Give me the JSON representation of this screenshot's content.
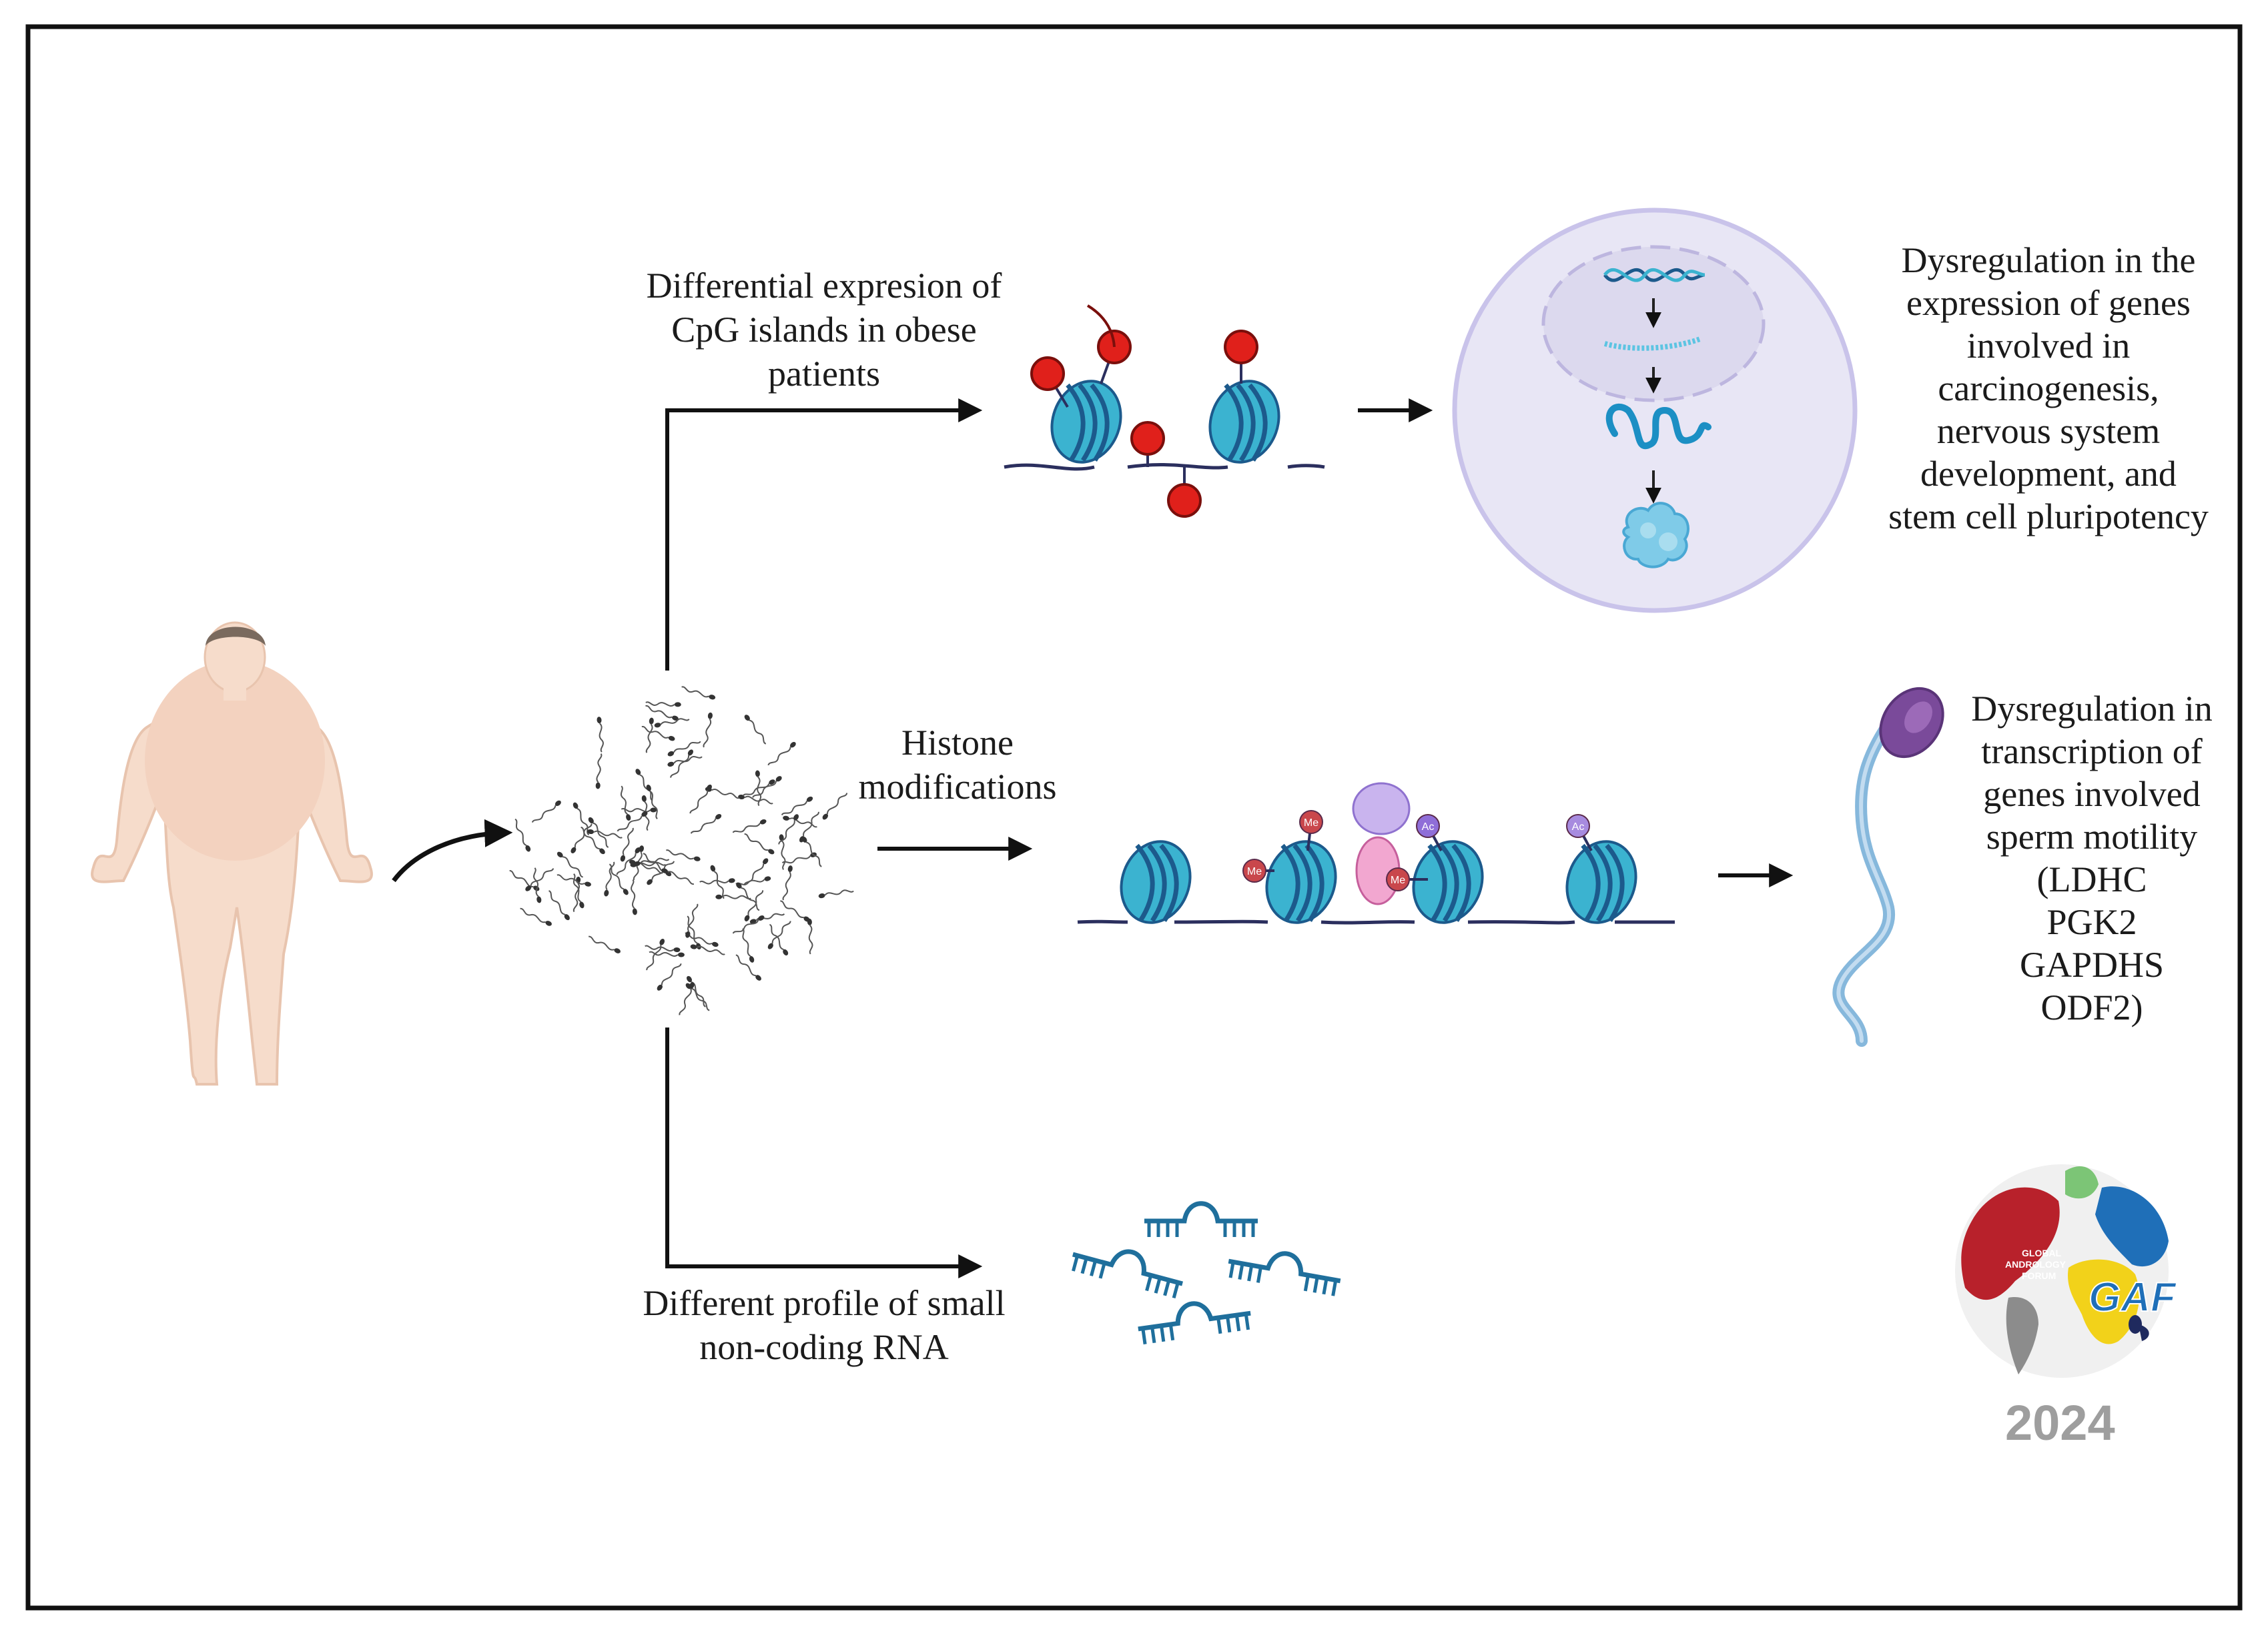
{
  "labels": {
    "cpg": "Differential expresion of\nCpG islands in obese\npatients",
    "histone": "Histone\nmodifications",
    "rna": "Different profile of small\nnon-coding RNA",
    "outcome_top": "Dysregulation in the\nexpression of genes\ninvolved in\ncarcinogenesis,\nnervous system\ndevelopment, and\nstem cell pluripotency",
    "outcome_mid": "Dysregulation in\ntranscription of\ngenes involved\nsperm motility\n(LDHC\nPGK2\nGAPDHS\nODF2)"
  },
  "marks": {
    "methyl": "Me",
    "acetyl": "Ac"
  },
  "logo": {
    "line1": "GLOBAL",
    "line2": "ANDROLOGY",
    "line3": "FORUM",
    "acronym": "GAF",
    "year": "2024"
  },
  "colors": {
    "nucleosome": "#3bb3d0",
    "nucleosome_band": "#1c5a8c",
    "dna_line": "#2b2f5e",
    "methyl_dot": "#e0201b",
    "me_mark": "#c9474c",
    "ac_mark": "#a78bdf",
    "rna": "#1f6f9c",
    "cell_fill": "#e8e6f5",
    "cell_border": "#c9c3ea",
    "body_skin": "#f6dccb",
    "sperm_head": "#7a4a9a",
    "sperm_tail": "#86b8dc",
    "logo_red": "#b8212b",
    "logo_green": "#7cc576",
    "logo_blue": "#1f6fb8",
    "logo_yellow": "#f2d21a",
    "logo_gray": "#8c8c8c",
    "year_gray": "#9e9e9e"
  }
}
